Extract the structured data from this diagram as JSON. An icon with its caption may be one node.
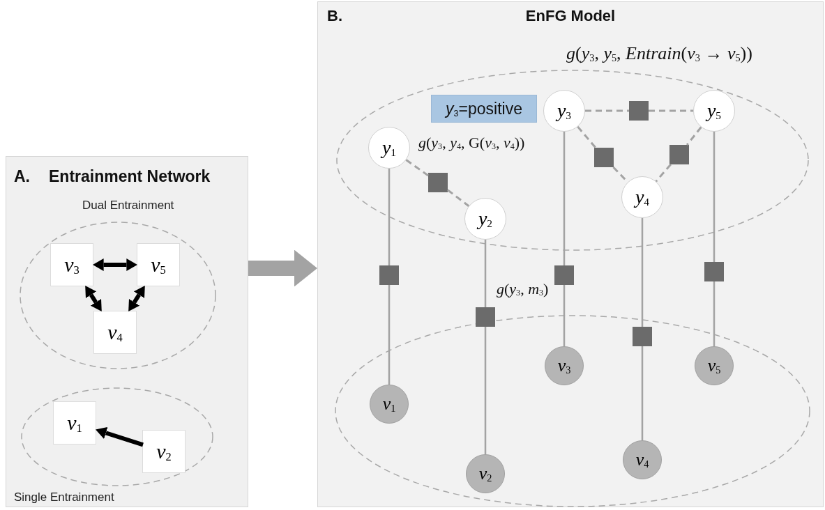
{
  "diagram": {
    "nodes": [
      {
        "text": [
          "A.",
          "Entrainment Network"
        ]
      },
      {
        "text": [
          "Dual Entrainment"
        ],
        "in": 0
      },
      {
        "text": [
          "*v*$_{3}$"
        ],
        "in": 1
      },
      {
        "text": [
          "*v*$_{5}$"
        ],
        "in": 1
      },
      {
        "text": [
          "*v*$_{4}$"
        ],
        "in": 1
      },
      {
        "text": [
          "Single Entrainment"
        ],
        "in": 0
      },
      {
        "text": [
          "*v*$_{1}$"
        ],
        "in": 5
      },
      {
        "text": [
          "*v*$_{2}$"
        ],
        "in": 5
      },
      {
        "text": [
          "B.",
          "EnFG Model"
        ]
      },
      {
        "text": [],
        "shape": "ellipse",
        "in": 8
      },
      {
        "text": [
          "*y*$_{3}$=positive"
        ],
        "in": 9
      },
      {
        "text": [
          "*y*$_{1}$"
        ],
        "in": 9
      },
      {
        "text": [
          "*y*$_{2}$"
        ],
        "in": 9
      },
      {
        "text": [
          "*y*$_{3}$"
        ],
        "in": 9
      },
      {
        "text": [
          "*y*$_{4}$"
        ],
        "in": 9
      },
      {
        "text": [
          "*y*$_{5}$"
        ],
        "in": 9
      },
      {
        "text": [],
        "shape": "box",
        "in": 9
      },
      {
        "text": [],
        "shape": "box",
        "in": 9
      },
      {
        "text": [],
        "shape": "box",
        "in": 9
      },
      {
        "text": [],
        "shape": "box",
        "in": 9
      },
      {
        "text": [],
        "shape": "ellipse",
        "in": 8
      },
      {
        "text": [
          "*v*$_{1}$"
        ],
        "in": 20
      },
      {
        "text": [
          "*v*$_{2}$"
        ],
        "in": 20
      },
      {
        "text": [
          "*v*$_{3}$"
        ],
        "in": 20
      },
      {
        "text": [
          "*v*$_{4}$"
        ],
        "in": 20
      },
      {
        "text": [
          "*v*$_{5}$"
        ],
        "in": 20
      },
      {
        "text": [],
        "shape": "box",
        "in": 8
      },
      {
        "text": [],
        "shape": "box",
        "in": 8
      },
      {
        "text": [],
        "shape": "box",
        "in": 8
      },
      {
        "text": [],
        "shape": "box",
        "in": 20
      },
      {
        "text": [],
        "shape": "box",
        "in": 8
      }
    ],
    "edges": [
      {
        "from": 2,
        "to": 3,
        "arrow": "both",
        "style": "thick",
        "color": "#000000"
      },
      {
        "from": 2,
        "to": 4,
        "arrow": "both",
        "style": "thick",
        "color": "#000000"
      },
      {
        "from": 3,
        "to": 4,
        "arrow": "both",
        "style": "thick",
        "color": "#000000"
      },
      {
        "from": 7,
        "to": 6,
        "arrow": "to",
        "style": "thick",
        "color": "#000000"
      },
      {
        "from": 0,
        "to": 8,
        "arrow": "to",
        "style": "thick"
      },
      {
        "from": 11,
        "to": 16,
        "arrow": "none",
        "style": "dashed"
      },
      {
        "from": 16,
        "to": 12,
        "arrow": "none",
        "style": "dashed"
      },
      {
        "from": 13,
        "to": 17,
        "arrow": "none",
        "style": "dashed"
      },
      {
        "from": 17,
        "to": 15,
        "arrow": "none",
        "style": "dashed"
      },
      {
        "from": 13,
        "to": 18,
        "arrow": "none",
        "style": "dashed"
      },
      {
        "from": 18,
        "to": 14,
        "arrow": "none",
        "style": "dashed"
      },
      {
        "from": 15,
        "to": 19,
        "arrow": "none",
        "style": "dashed"
      },
      {
        "from": 19,
        "to": 14,
        "arrow": "none",
        "style": "dashed"
      },
      {
        "from": 11,
        "to": 26,
        "arrow": "none"
      },
      {
        "from": 26,
        "to": 21,
        "arrow": "none"
      },
      {
        "from": 12,
        "to": 27,
        "arrow": "none"
      },
      {
        "from": 27,
        "to": 22,
        "arrow": "none"
      },
      {
        "from": 13,
        "to": 28,
        "arrow": "none"
      },
      {
        "from": 28,
        "to": 23,
        "arrow": "none"
      },
      {
        "from": 14,
        "to": 29,
        "arrow": "none"
      },
      {
        "from": 29,
        "to": 24,
        "arrow": "none"
      },
      {
        "from": 15,
        "to": 30,
        "arrow": "none"
      },
      {
        "from": 30,
        "to": 25,
        "arrow": "none"
      }
    ],
    "labels": [
      "*g*(*y*$_{3}$, *y*$_{5}$, *Entrain*(*v*$_{3}$ → *v*$_{5}$))",
      "*g*(*y*$_{3}$, *y*$_{4}$, G(*v*$_{3}$, *v*$_{4}$))",
      "*g*(*y*$_{3}$, *m*$_{3}$)"
    ]
  }
}
